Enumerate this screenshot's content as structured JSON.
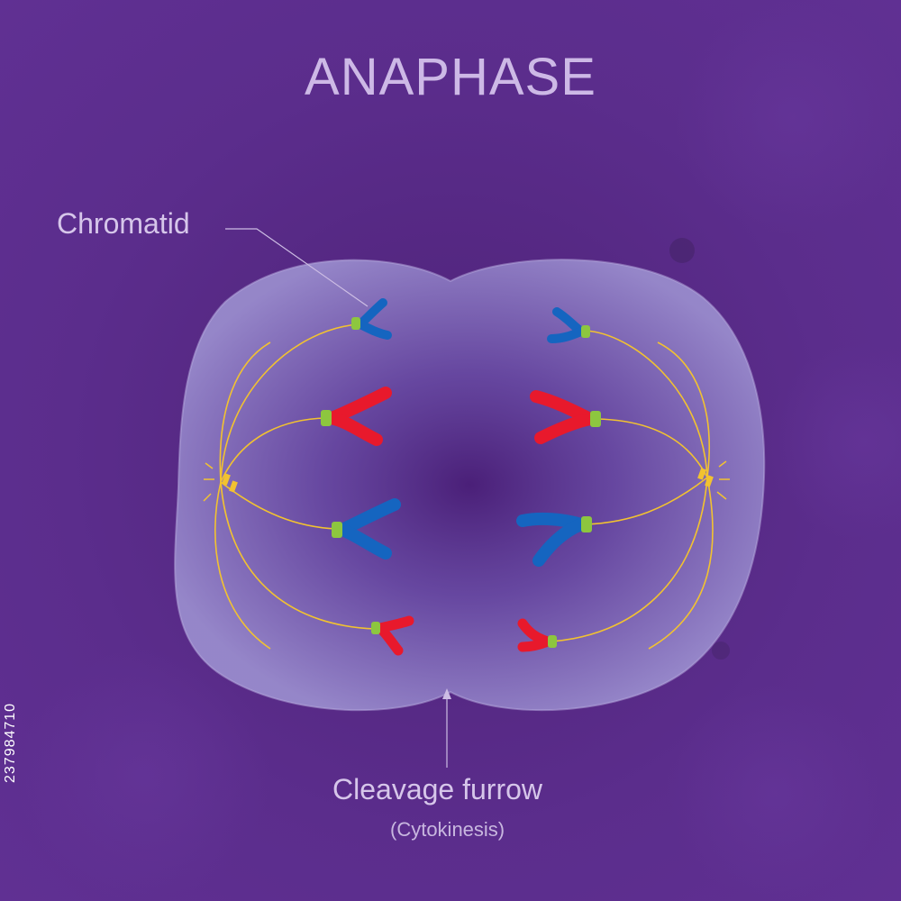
{
  "title": "ANAPHASE",
  "labels": {
    "chromatid": "Chromatid",
    "cleavage_furrow": "Cleavage furrow",
    "cytokinesis": "(Cytokinesis)"
  },
  "stock_id": "237984710",
  "colors": {
    "background": "#5b2d8c",
    "cell": "#8b7cc4",
    "chromatid_blue": "#1565c0",
    "chromatid_red": "#e8192c",
    "centromere": "#8dc63f",
    "spindle": "#f2c230",
    "label_text": "#d6c6ea"
  }
}
